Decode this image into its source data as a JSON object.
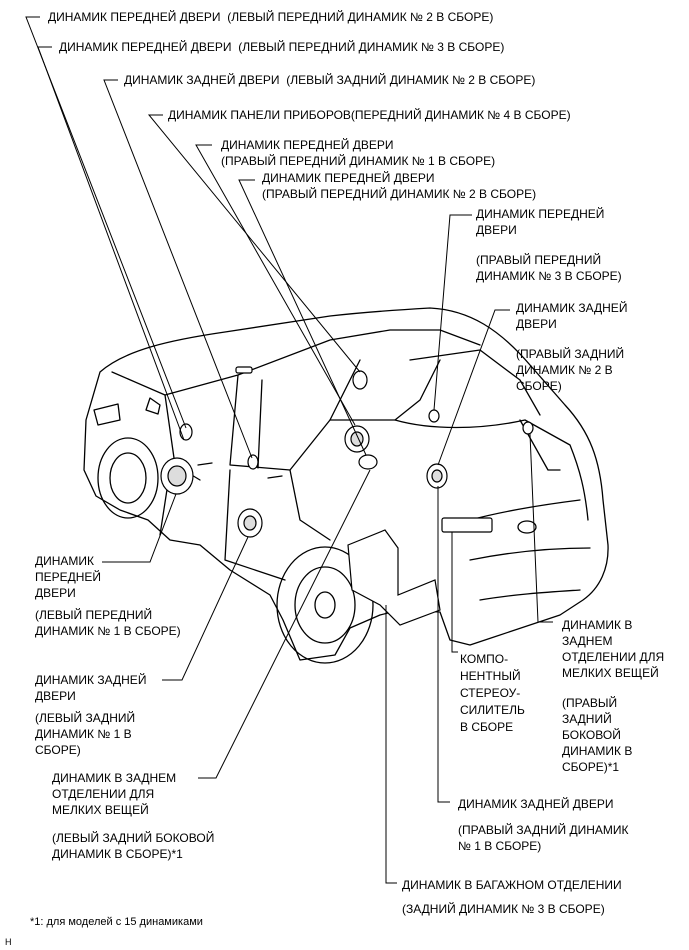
{
  "labels": {
    "l1_name": "ДИНАМИК ПЕРЕДНЕЙ ДВЕРИ",
    "l1_sub": "(ЛЕВЫЙ ПЕРЕДНИЙ ДИНАМИК № 2 В СБОРЕ)",
    "l2_name": "ДИНАМИК ПЕРЕДНЕЙ ДВЕРИ",
    "l2_sub": "(ЛЕВЫЙ ПЕРЕДНИЙ ДИНАМИК № 3 В СБОРЕ)",
    "l3_name": "ДИНАМИК ЗАДНЕЙ ДВЕРИ",
    "l3_sub": "(ЛЕВЫЙ ЗАДНИЙ ДИНАМИК № 2 В СБОРЕ)",
    "l4_full": "ДИНАМИК ПАНЕЛИ ПРИБОРОВ(ПЕРЕДНИЙ ДИНАМИК № 4 В СБОРЕ)",
    "l5_name": "ДИНАМИК ПЕРЕДНЕЙ ДВЕРИ",
    "l5_sub": "(ПРАВЫЙ ПЕРЕДНИЙ ДИНАМИК № 1 В СБОРЕ)",
    "l6_name": "ДИНАМИК ПЕРЕДНЕЙ ДВЕРИ",
    "l6_sub": "(ПРАВЫЙ ПЕРЕДНИЙ ДИНАМИК № 2 В СБОРЕ)",
    "r1_name": "ДИНАМИК ПЕРЕДНЕЙ\nДВЕРИ",
    "r1_sub": "(ПРАВЫЙ ПЕРЕДНИЙ\nДИНАМИК № 3 В СБОРЕ)",
    "r2_name": "ДИНАМИК ЗАДНЕЙ\nДВЕРИ",
    "r2_sub": "(ПРАВЫЙ ЗАДНИЙ\nДИНАМИК № 2 В\nСБОРЕ)",
    "b1_name": "ДИНАМИК\nПЕРЕДНЕЙ\nДВЕРИ",
    "b1_sub": "(ЛЕВЫЙ ПЕРЕДНИЙ\nДИНАМИК № 1 В СБОРЕ)",
    "b2_name": "ДИНАМИК ЗАДНЕЙ\nДВЕРИ",
    "b2_sub": "(ЛЕВЫЙ ЗАДНИЙ\nДИНАМИК № 1 В\nСБОРЕ)",
    "b3_name": "ДИНАМИК В ЗАДНЕМ\nОТДЕЛЕНИИ ДЛЯ\nМЕЛКИХ ВЕЩЕЙ",
    "b3_sub": "(ЛЕВЫЙ ЗАДНИЙ БОКОВОЙ\nДИНАМИК В СБОРЕ)*1",
    "amp": "КОМПО-\nНЕНТНЫЙ\nСТЕРЕОУ-\nСИЛИТЕЛЬ\nВ СБОРЕ",
    "r3_name": "ДИНАМИК В\nЗАДНЕМ\nОТДЕЛЕНИИ ДЛЯ\nМЕЛКИХ ВЕЩЕЙ",
    "r3_sub": "(ПРАВЫЙ\nЗАДНИЙ\nБОКОВОЙ\nДИНАМИК В\nСБОРЕ)*1",
    "r4_name": "ДИНАМИК ЗАДНЕЙ ДВЕРИ",
    "r4_sub": "(ПРАВЫЙ ЗАДНИЙ ДИНАМИК\n№ 1 В СБОРЕ)",
    "r5_name": "ДИНАМИК В БАГАЖНОМ ОТДЕЛЕНИИ",
    "r5_sub": "(ЗАДНИЙ ДИНАМИК № 3 В СБОРЕ)"
  },
  "footnote": "*1: для моделей с 15 динамиками",
  "corner_mark": "H"
}
